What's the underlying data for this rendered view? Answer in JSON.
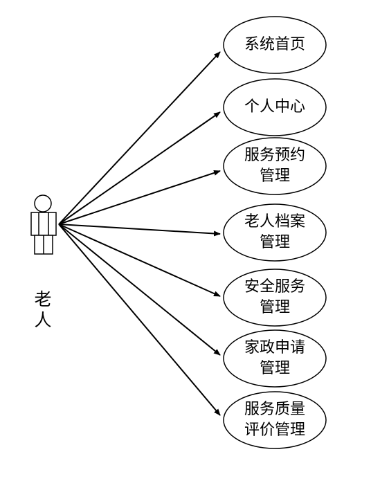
{
  "actor": {
    "label_line1": "老",
    "label_line2": "人"
  },
  "use_cases": [
    {
      "line1": "系统首页",
      "line2": ""
    },
    {
      "line1": "个人中心",
      "line2": ""
    },
    {
      "line1": "服务预约",
      "line2": "管理"
    },
    {
      "line1": "老人档案",
      "line2": "管理"
    },
    {
      "line1": "安全服务",
      "line2": "管理"
    },
    {
      "line1": "家政申请",
      "line2": "管理"
    },
    {
      "line1": "服务质量",
      "line2": "评价管理"
    }
  ]
}
